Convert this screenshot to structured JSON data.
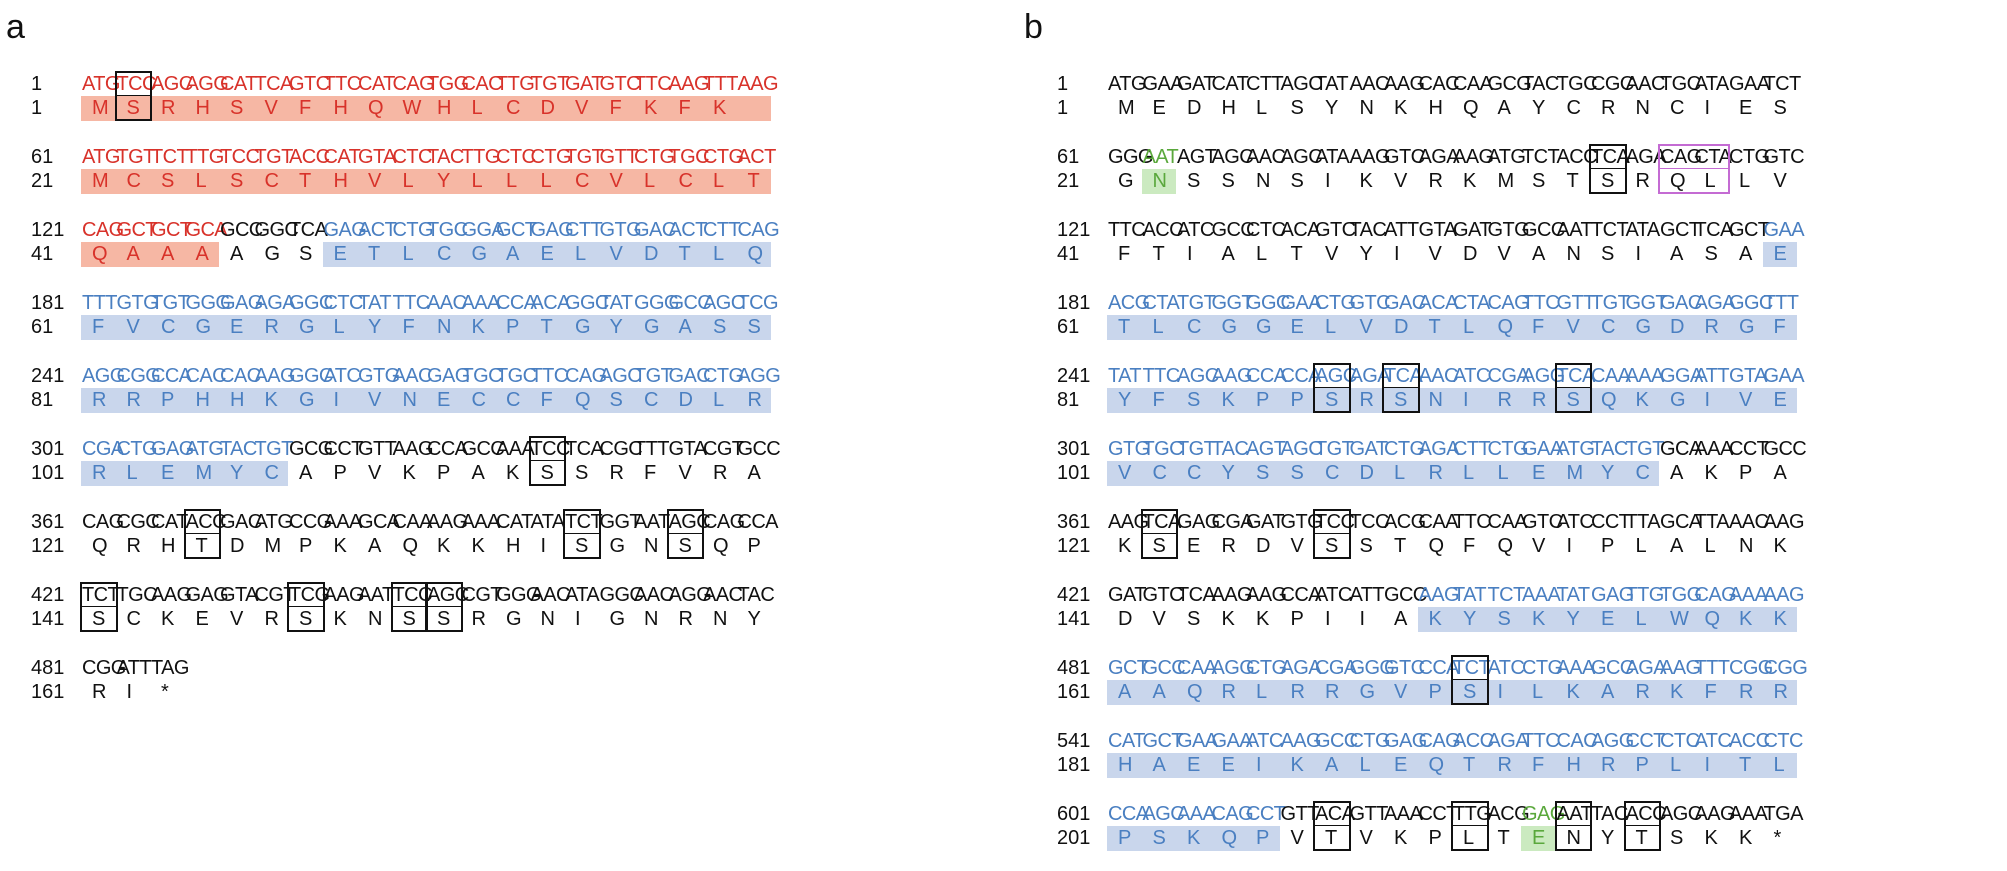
{
  "panel_a": {
    "letter": "a",
    "blocks": [
      {
        "n": "1",
        "aa_n": "1",
        "dna": "ATGTCCAGCAGGCATTCAGTCTTCCATCAGTGGCACTTGTGTGATGTCTTCAAGTTTAAG",
        "aa": "MSRHSVFHQWHLCDVFKFK"
      },
      {
        "n": "61",
        "aa_n": "21",
        "dna": "ATGTGTTCTTTGTCCTGTACCCATGTACTCTACTTGCTCCTGTGTGTTCTGTGCCTGACT",
        "aa": "MCSLSCTHVLYLLLCVLCLT"
      },
      {
        "n": "121",
        "aa_n": "41",
        "dna": "CAGGCTGCTGCAGCCGGCTCAGAGACTCTGTGCGGAGCTGAGCTTGTGGACACTCTTCAG",
        "aa": "QAAAAGSETLCGAELVDTLQ"
      },
      {
        "n": "181",
        "aa_n": "61",
        "dna": "TTTGTGTGTGGGGAGAGAGGCCTCTATTTCAACAAACCAACAGGCTATGGGGCCAGCTCG",
        "aa": "FVCGERGLYFNKPTGYGASS"
      },
      {
        "n": "241",
        "aa_n": "81",
        "dna": "AGGCGGCCACACCACAAGGGCATCGTGAACGAGTGCTGCTTCCAGAGCTGTGACCTGAGG",
        "aa": "RRPHHKGIVNECCFQSCDLR"
      },
      {
        "n": "301",
        "aa_n": "101",
        "dna": "CGACTGGAGATGTACTGTGCGCCTGTTAAGCCAGCCAAATCCTCACGCTTTGTACGTGCC",
        "aa": "RLEMYCAPVKPAKSSRFVRA"
      },
      {
        "n": "361",
        "aa_n": "121",
        "dna": "CAGCGCCATACCGACATGCCGAAAGCACAAAAGAAACATATATCTGGTAATAGCCAGCCA",
        "aa": "QRHTDMPKAQKKHISGNSQP"
      },
      {
        "n": "421",
        "aa_n": "141",
        "dna": "TCTTGCAAGGAGGTACGTTCGAAGAATTCCAGCCGTGGGAACATAGGCAACAGGAACTAC",
        "aa": "SCKEVRSKNSSRGNIGNRNY"
      },
      {
        "n": "481",
        "aa_n": "161",
        "dna": "CGGATTTAG",
        "aa": "RI*"
      }
    ]
  },
  "panel_b": {
    "letter": "b",
    "blocks": [
      {
        "n": "1",
        "aa_n": "1",
        "dna": "ATGGAAGATCATCTTAGCTATAACAAGCACCAAGCGTACTGCCGCAACTGCATAGAATCT",
        "aa": "MEDHLSYNKHQAYCRNCIES"
      },
      {
        "n": "61",
        "aa_n": "21",
        "dna": "GGGAATAGTAGCAACAGCATAAAGGTCAGAAAGATGTCTACCTCAAGACAGCTACTGGTC",
        "aa": "GNSSNSIKVRKMSTSRQLLV"
      },
      {
        "n": "121",
        "aa_n": "41",
        "dna": "TTCACCATCGCCCTCACAGTCTACATTGTAGATGTGGCCAATTCTATAGCTTCAGCTGAA",
        "aa": "FTIALTVYIVDVANSIASAE"
      },
      {
        "n": "181",
        "aa_n": "61",
        "dna": "ACGCTATGTGGTGGCGAACTGGTCGACACACTACAGTTCGTTTGTGGTGACAGAGGCTTT",
        "aa": "TLCGGELVDTLQFVCGDRGF"
      },
      {
        "n": "241",
        "aa_n": "81",
        "dna": "TATTTCAGCAAGCCACCAAGCAGATCAAACATCCGAAGGTCACAAAAAGGAATTGTAGAA",
        "aa": "YFSKPPSRSNIRRSQKGIVE"
      },
      {
        "n": "301",
        "aa_n": "101",
        "dna": "GTGTGCTGTTACAGTAGCTGTGATCTGAGACTTCTGGAAATGTACTGTGCAAAACCTGCC",
        "aa": "VCCYSSCDLRLLEMYCAKPA"
      },
      {
        "n": "361",
        "aa_n": "121",
        "dna": "AAGTCAGAGCGAGATGTGTCCTCCACGCAATTCCAAGTCATCCCTTTAGCATTAAACAAG",
        "aa": "KSERDVSSTQFQVIPLALNK"
      },
      {
        "n": "421",
        "aa_n": "141",
        "dna": "GATGTCTCAAAGAAGCCAATCATTGCCAAGTATTCTAAATATGAGTTGTGGCAGAAAAAG",
        "aa": "DVSKKPIIAKYSKYELWQKK"
      },
      {
        "n": "481",
        "aa_n": "161",
        "dna": "GCTGCCCAAAGGCTGAGACGAGGGGTCCCATCTATCCTGAAAGCCAGAAAGTTTCGGCGG",
        "aa": "AAQRLRRGVPSILKARKFRR"
      },
      {
        "n": "541",
        "aa_n": "181",
        "dna": "CATGCTGAAGAAATCAAGGCCCTGGAGCAGACCAGATTCCACAGGCCTCTCATCACCCTC",
        "aa": "HAEEIKALEQTRFHRPLITL"
      },
      {
        "n": "601",
        "aa_n": "201",
        "dna": "CCAAGCAAACAGCCTGTTACAGTTAAACCTTTGACGGAGAATTACACCAGCAAGAAATGA",
        "aa": "PSKQPVTVKPLTENYTSKK*"
      }
    ]
  },
  "colors": {
    "signal_text": "#d8322a",
    "signal_bg": "#f6b7a4",
    "domain_text": "#4a7fc1",
    "domain_bg": "#c9d6ec",
    "green_text": "#5aa83c",
    "green_bg": "#cbeac0",
    "box": "#111111",
    "magenta_box": "#c46bd3"
  }
}
